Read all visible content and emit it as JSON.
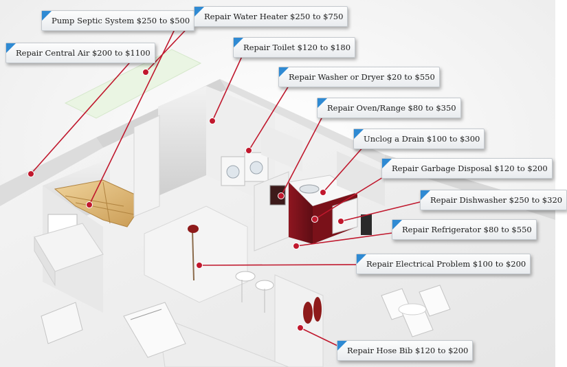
{
  "accent_color": "#2f8ad3",
  "marker_color": "#c0182d",
  "leader_color": "#c0182d",
  "callouts": [
    {
      "id": "pump-septic",
      "label": "Pump Septic System $250 to $500"
    },
    {
      "id": "water-heater",
      "label": "Repair Water Heater $250 to $750"
    },
    {
      "id": "central-air",
      "label": "Repair Central Air $200 to $1100"
    },
    {
      "id": "toilet",
      "label": "Repair Toilet $120 to $180"
    },
    {
      "id": "washer-dryer",
      "label": "Repair Washer or Dryer $20 to $550"
    },
    {
      "id": "oven-range",
      "label": "Repair Oven/Range $80 to $350"
    },
    {
      "id": "drain",
      "label": "Unclog a Drain $100 to $300"
    },
    {
      "id": "garbage-disposal",
      "label": "Repair Garbage Disposal $120 to $200"
    },
    {
      "id": "dishwasher",
      "label": "Repair Dishwasher $250 to $320"
    },
    {
      "id": "refrigerator",
      "label": "Repair Refrigerator $80 to $550"
    },
    {
      "id": "electrical",
      "label": "Repair Electrical Problem $100 to $200"
    },
    {
      "id": "hose-bib",
      "label": "Repair Hose Bib $120 to $200"
    }
  ]
}
